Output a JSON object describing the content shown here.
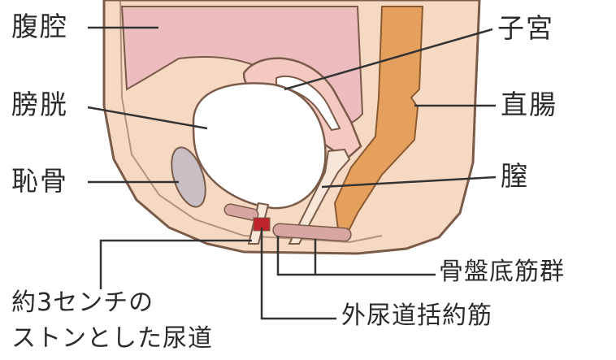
{
  "labels": {
    "abdominal_cavity": "腹腔",
    "bladder": "膀胱",
    "pubic_bone": "恥骨",
    "uterus": "子宮",
    "rectum": "直腸",
    "vagina": "膣",
    "pelvic_floor_muscles": "骨盤底筋群",
    "external_urethral_sphincter": "外尿道括約筋",
    "urethra_line1": "約3センチの",
    "urethra_line2": "ストンとした尿道"
  },
  "colors": {
    "background": "#ffffff",
    "body_tissue": "#f6d9c3",
    "body_outline": "#7a5a48",
    "abdominal_cavity": "#ecbcbf",
    "uterus": "#f4c9bf",
    "bladder": "#ffffff",
    "pubic_bone": "#c7bfc4",
    "rectum": "#e6a05e",
    "muscle": "#d8a6a0",
    "sphincter": "#c0242b",
    "leader_line": "#333333"
  }
}
